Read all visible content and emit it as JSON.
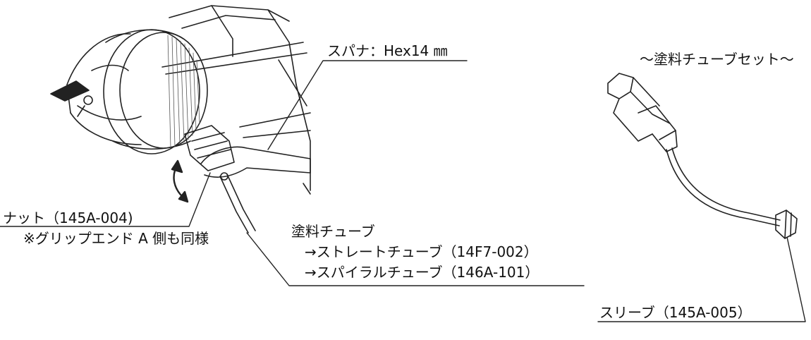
{
  "labels": {
    "spanner": "スパナ：Hex14 ㎜",
    "set_title": "～塗料チューブセット～",
    "nut": "ナット（145A-004)",
    "grip_note": "※グリップエンド A 側も同様",
    "tube_title": "塗料チューブ",
    "tube_straight": "→ストレートチューブ（14F7-002）",
    "tube_spiral": "→スパイラルチューブ（146A-101）",
    "sleeve": "スリーブ（145A-005）"
  }
}
